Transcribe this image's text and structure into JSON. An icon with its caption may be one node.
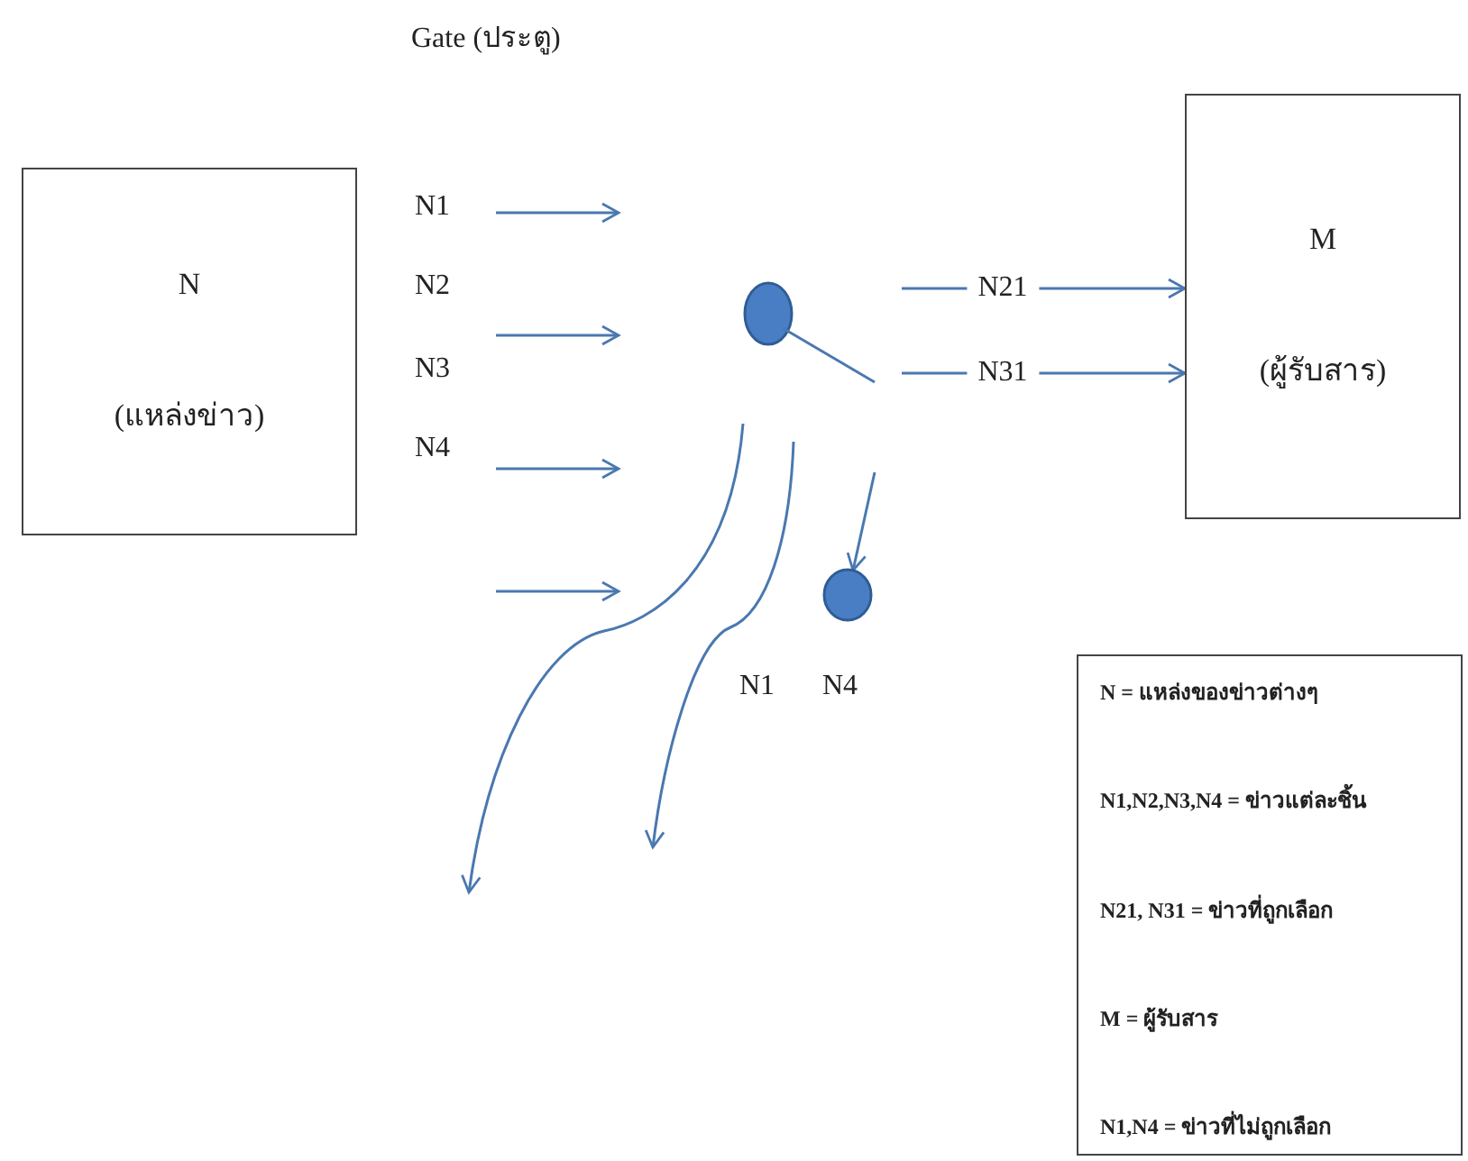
{
  "diagram": {
    "title": "Gate (ประตู)",
    "nodes": [
      {
        "text": [
          "N",
          "(แหล่งข่าว)"
        ]
      },
      {
        "text": [],
        "shape": "circle"
      },
      {
        "text": [
          "M",
          "(ผู้รับสาร)"
        ]
      },
      {
        "text": [],
        "shape": "circle"
      },
      {
        "text": [
          "N = แหล่งของข่าวต่างๆ",
          "N1,N2,N3,N4 = ข่าวแต่ละชิ้น",
          "N21, N31 = ข่าวที่ถูกเลือก",
          "M = ผู้รับสาร",
          "N1,N4 = ข่าวที่ไม่ถูกเลือก"
        ]
      }
    ],
    "edges": [
      {
        "from": null,
        "to": 2,
        "arrow": "to",
        "label": "N21"
      },
      {
        "from": null,
        "to": 2,
        "arrow": "to",
        "label": "N31"
      },
      {
        "from": null,
        "to": 3,
        "arrow": "to"
      }
    ],
    "labels": [
      "N1",
      "N2",
      "N3",
      "N4",
      "N1",
      "N4"
    ]
  }
}
